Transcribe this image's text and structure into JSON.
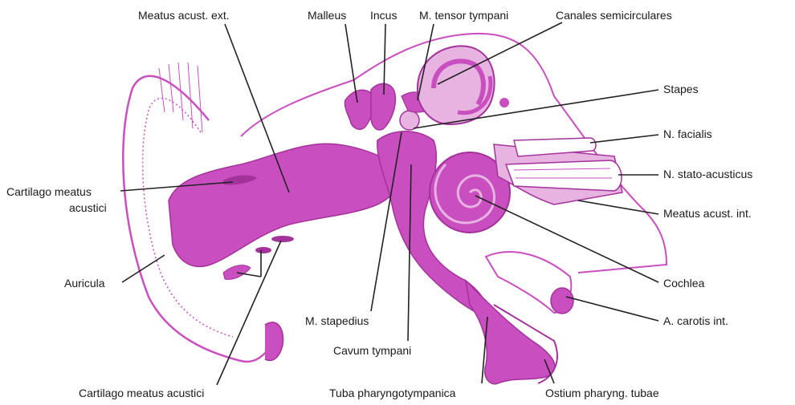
{
  "colors": {
    "tissue": "#c94fc0",
    "tissue_dark": "#a4329b",
    "tissue_light": "#e7b3e1",
    "outline": "#9b2d92",
    "leader": "#222222",
    "background": "#ffffff"
  },
  "labels": {
    "meatus_acust_ext": "Meatus acust. ext.",
    "malleus": "Malleus",
    "incus": "Incus",
    "m_tensor_tympani": "M. tensor tympani",
    "canales_semicirculares": "Canales semicirculares",
    "stapes": "Stapes",
    "n_facialis": "N. facialis",
    "n_stato_acusticus": "N. stato-acusticus",
    "meatus_acust_int": "Meatus acust. int.",
    "cartilago_meatus_acustici_left_1": "Cartilago meatus",
    "cartilago_meatus_acustici_left_2": "acustici",
    "auricula": "Auricula",
    "m_stapedius": "M. stapedius",
    "cavum_tympani": "Cavum tympani",
    "cochlea": "Cochlea",
    "a_carotis_int": "A. carotis int.",
    "cartilago_meatus_acustici_bottom": "Cartilago meatus acustici",
    "tuba_pharyngotympanica": "Tuba pharyngotympanica",
    "ostium_pharyng_tubae": "Ostium pharyng. tubae"
  }
}
